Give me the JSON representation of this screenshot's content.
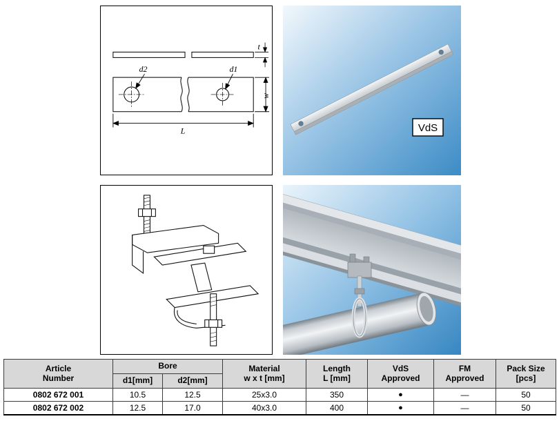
{
  "drawings": {
    "flat_bar": {
      "label_d2": "d2",
      "label_d1": "d1",
      "label_w": "w",
      "label_l": "L",
      "label_t": "t"
    }
  },
  "photos": {
    "strap": {
      "vds_badge": "VdS"
    }
  },
  "table": {
    "headers": {
      "article_line1": "Article",
      "article_line2": "Number",
      "bore": "Bore",
      "d1": "d1[mm]",
      "d2": "d2[mm]",
      "material_line1": "Material",
      "material_line2": "w x t [mm]",
      "length_line1": "Length",
      "length_line2": "L [mm]",
      "vds_line1": "VdS",
      "vds_line2": "Approved",
      "fm_line1": "FM",
      "fm_line2": "Approved",
      "pack_line1": "Pack Size",
      "pack_line2": "[pcs]"
    },
    "rows": [
      {
        "article": "0802 672 001",
        "d1": "10.5",
        "d2": "12.5",
        "material": "25x3.0",
        "length": "350",
        "vds": "●",
        "fm": "—",
        "pack": "50"
      },
      {
        "article": "0802 672 002",
        "d1": "12.5",
        "d2": "17.0",
        "material": "40x3.0",
        "length": "400",
        "vds": "●",
        "fm": "—",
        "pack": "50"
      }
    ],
    "colors": {
      "header_bg": "#d8d8d8",
      "border": "#3c3c3c"
    }
  }
}
